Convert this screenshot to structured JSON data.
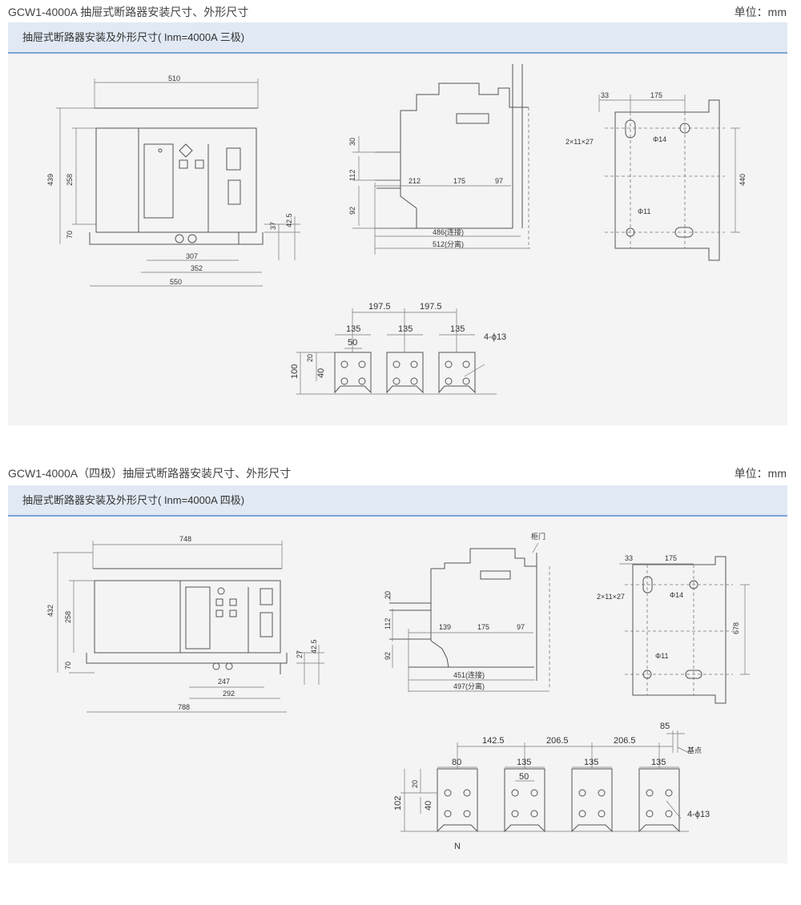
{
  "section1": {
    "title": "GCW1-4000A 抽屉式断路器安装尺寸、外形尺寸",
    "unit": "单位：mm",
    "header": "抽屉式断路器安装及外形尺寸( Inm=4000A 三极)",
    "front": {
      "w510": "510",
      "h439": "439",
      "h258": "258",
      "h70": "70",
      "h37": "37",
      "h42": "42.5",
      "w307": "307",
      "w352": "352",
      "w550": "550"
    },
    "side": {
      "h30": "30",
      "h112": "112",
      "h92": "92",
      "w212": "212",
      "w175": "175",
      "w97": "97",
      "w486": "486(连接)",
      "w512": "512(分离)"
    },
    "mount": {
      "w33": "33",
      "w175": "175",
      "slot": "2×11×27",
      "phi14": "Φ14",
      "phi11": "Φ11",
      "h440": "440"
    },
    "bus": {
      "p1": "197.5",
      "p2": "197.5",
      "b1": "135",
      "b2": "135",
      "b3": "135",
      "w50": "50",
      "holes": "4-ϕ13",
      "h20": "20",
      "h40": "40",
      "h100": "100"
    }
  },
  "section2": {
    "title": "GCW1-4000A（四极）抽屉式断路器安装尺寸、外形尺寸",
    "unit": "单位：mm",
    "header": "抽屉式断路器安装及外形尺寸( Inm=4000A 四极)",
    "front": {
      "w748": "748",
      "h432": "432",
      "h258": "258",
      "h70": "70",
      "h27": "27",
      "h42": "42.5",
      "w247": "247",
      "w292": "292",
      "w788": "788"
    },
    "side": {
      "door": "柜门",
      "h20": "20",
      "h112": "112",
      "h92": "92",
      "w139": "139",
      "w175": "175",
      "w97": "97",
      "w451": "451(连接)",
      "w497": "497(分离)"
    },
    "mount": {
      "w33": "33",
      "w175": "175",
      "slot": "2×11×27",
      "phi14": "Φ14",
      "phi11": "Φ11",
      "h678": "678"
    },
    "bus": {
      "p1": "142.5",
      "p2": "206.5",
      "p3": "206.5",
      "p4": "85",
      "base": "基点",
      "b0": "80",
      "b1": "135",
      "b2": "135",
      "b3": "135",
      "w50": "50",
      "holes": "4-ϕ13",
      "h20": "20",
      "h40": "40",
      "h102": "102",
      "n": "N"
    }
  }
}
